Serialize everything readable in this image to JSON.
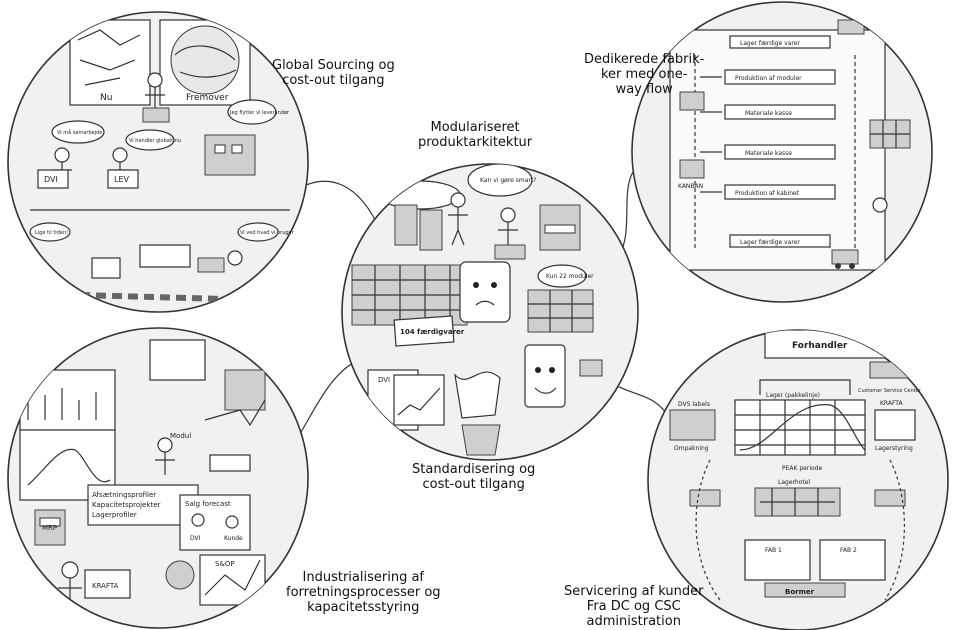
{
  "captions": {
    "global_sourcing": [
      "Global Sourcing og",
      "cost-out tilgang"
    ],
    "modular": [
      "Modulariseret",
      "produktarkitektur"
    ],
    "dedicated": [
      "Dedikerede fabrik-",
      "ker med one-",
      "way flow"
    ],
    "standardization": [
      "Standardisering og",
      "cost-out tilgang"
    ],
    "industrialization": [
      "Industrialisering af",
      "forretningsprocesser og",
      "kapacitetsstyring"
    ],
    "servicing": [
      "Servicering af kunder",
      "Fra DC og CSC",
      "administration"
    ]
  },
  "sketch_labels": {
    "tl_nu": "Nu",
    "tl_fremover": "Fremover",
    "tl_dvi": "DVI",
    "tl_lev": "LEV",
    "tl_bubble1": "Vi må samarbejde",
    "tl_bubble2": "Vi handler globalt nu",
    "tl_bubble3": "Jeg flytter vi leverandør",
    "tl_bubble4": "Lige til tiden!",
    "tl_bubble5": "Vi ved hvad vi bruger",
    "ct_bubble1": "Kan vi gøre smart?",
    "ct_bubble2": "Kun 22 moduler",
    "ct_sign": "104 færdigvarer",
    "ct_dvi": "DVI",
    "tr_lager_top": "Lager færdige varer",
    "tr_prod_moduler": "Produktion af moduler",
    "tr_materiale1": "Materiale kasse",
    "tr_materiale2": "Materiale kasse",
    "tr_prod_kabinet": "Produktion af kabinet",
    "tr_lager_bottom": "Lager færdige varer",
    "tr_kanban": "KANBAN",
    "bl_mrp": "MRP",
    "bl_profiles": [
      "Afsætningsprofiler",
      "Kapacitetsprojekter",
      "Lagerprofiler"
    ],
    "bl_sales_forecast": "Salg forecast",
    "bl_dvi": "DVI",
    "bl_kunde": "Kunde",
    "bl_kapita": "KRAFTA",
    "bl_sop": "S&OP",
    "bl_modul": "Modul",
    "br_forhandler": "Forhandler",
    "br_lager": "Lager (pakkelinje)",
    "br_peak": "PEAK periode",
    "br_lagerhotel": "Lagerhotel",
    "br_fab1": "FAB 1",
    "br_fab2": "FAB 2",
    "br_bormer": "Bormer",
    "br_dvs_labels": "DVS labels",
    "br_ompakning": "Ompakning",
    "br_krafta": "KRAFTA",
    "br_lagerstyring": "Lagerstyring",
    "br_customer_service": "Customer Service Center"
  }
}
